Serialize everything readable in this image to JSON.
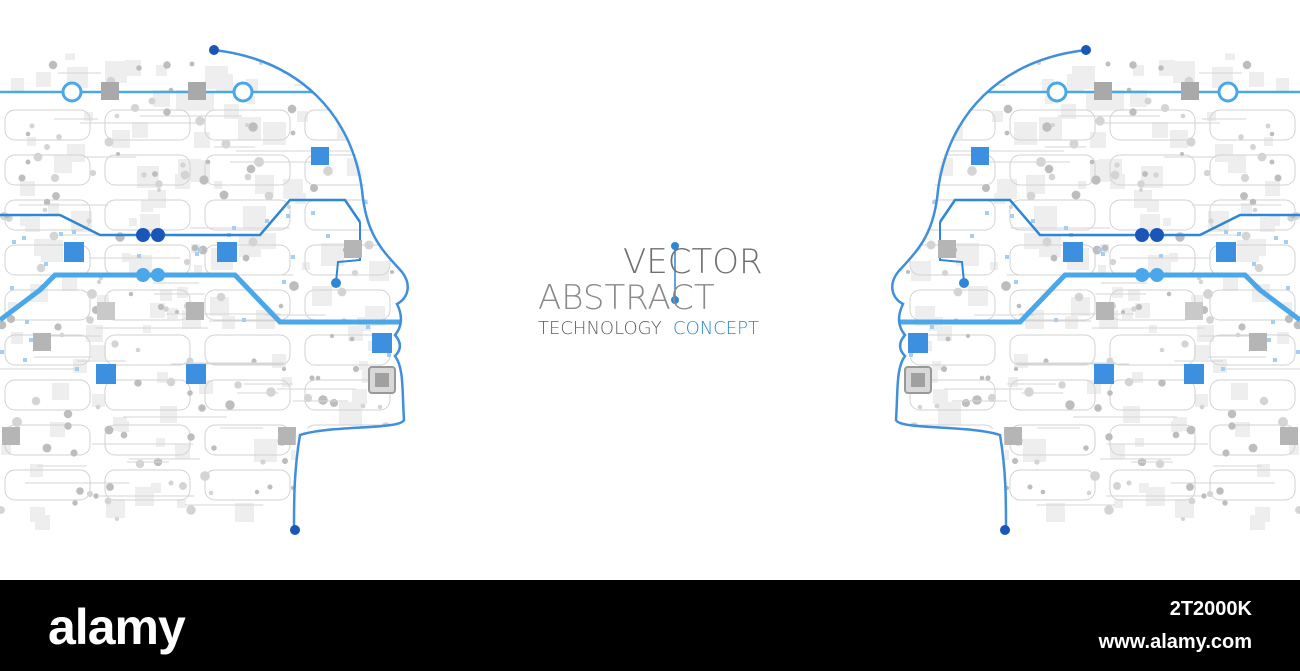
{
  "title": {
    "vector": "VECTOR",
    "abstract": "ABSTRACT",
    "technology": "TECHNOLOGY",
    "concept": "CONCEPT"
  },
  "watermark": {
    "logo": "alamy",
    "image_id": "2T2000K",
    "url": "www.alamy.com"
  },
  "colors": {
    "accent_blue": "#2d86d6",
    "deep_blue": "#1a56b8",
    "light_blue": "#4aa8ea",
    "circuit_gray": "#bdbdbd",
    "footer": "#000000"
  },
  "icons": [
    "left-head-circuit-icon",
    "right-head-circuit-icon",
    "alamy-logo"
  ]
}
